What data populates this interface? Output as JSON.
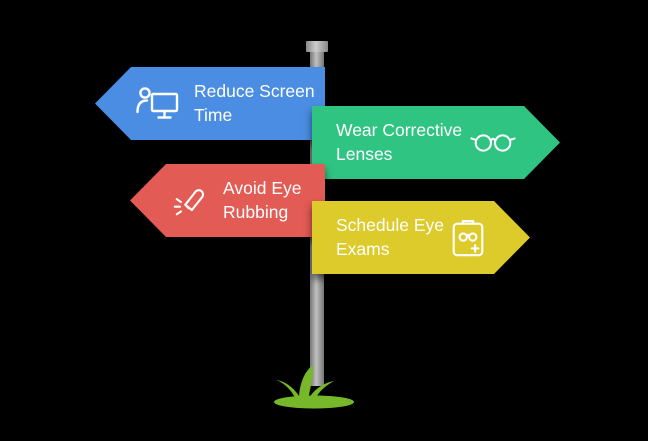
{
  "background_color": "#000000",
  "signpost": {
    "pole": {
      "color": "#a9a9a9",
      "cap_color": "#b5b5b5"
    },
    "grass": {
      "color": "#76b82a"
    },
    "text_color": "#ffffff",
    "signs": [
      {
        "label": "Reduce Screen Time",
        "color": "#4a8de2",
        "direction": "left",
        "icon": "person-monitor-icon"
      },
      {
        "label": "Wear Corrective Lenses",
        "color": "#30c483",
        "direction": "right",
        "icon": "glasses-icon"
      },
      {
        "label": "Avoid Eye Rubbing",
        "color": "#e25b55",
        "direction": "left",
        "icon": "eye-rubbing-icon"
      },
      {
        "label": "Schedule Eye Exams",
        "color": "#ddca2b",
        "direction": "right",
        "icon": "eye-exam-icon"
      }
    ]
  }
}
